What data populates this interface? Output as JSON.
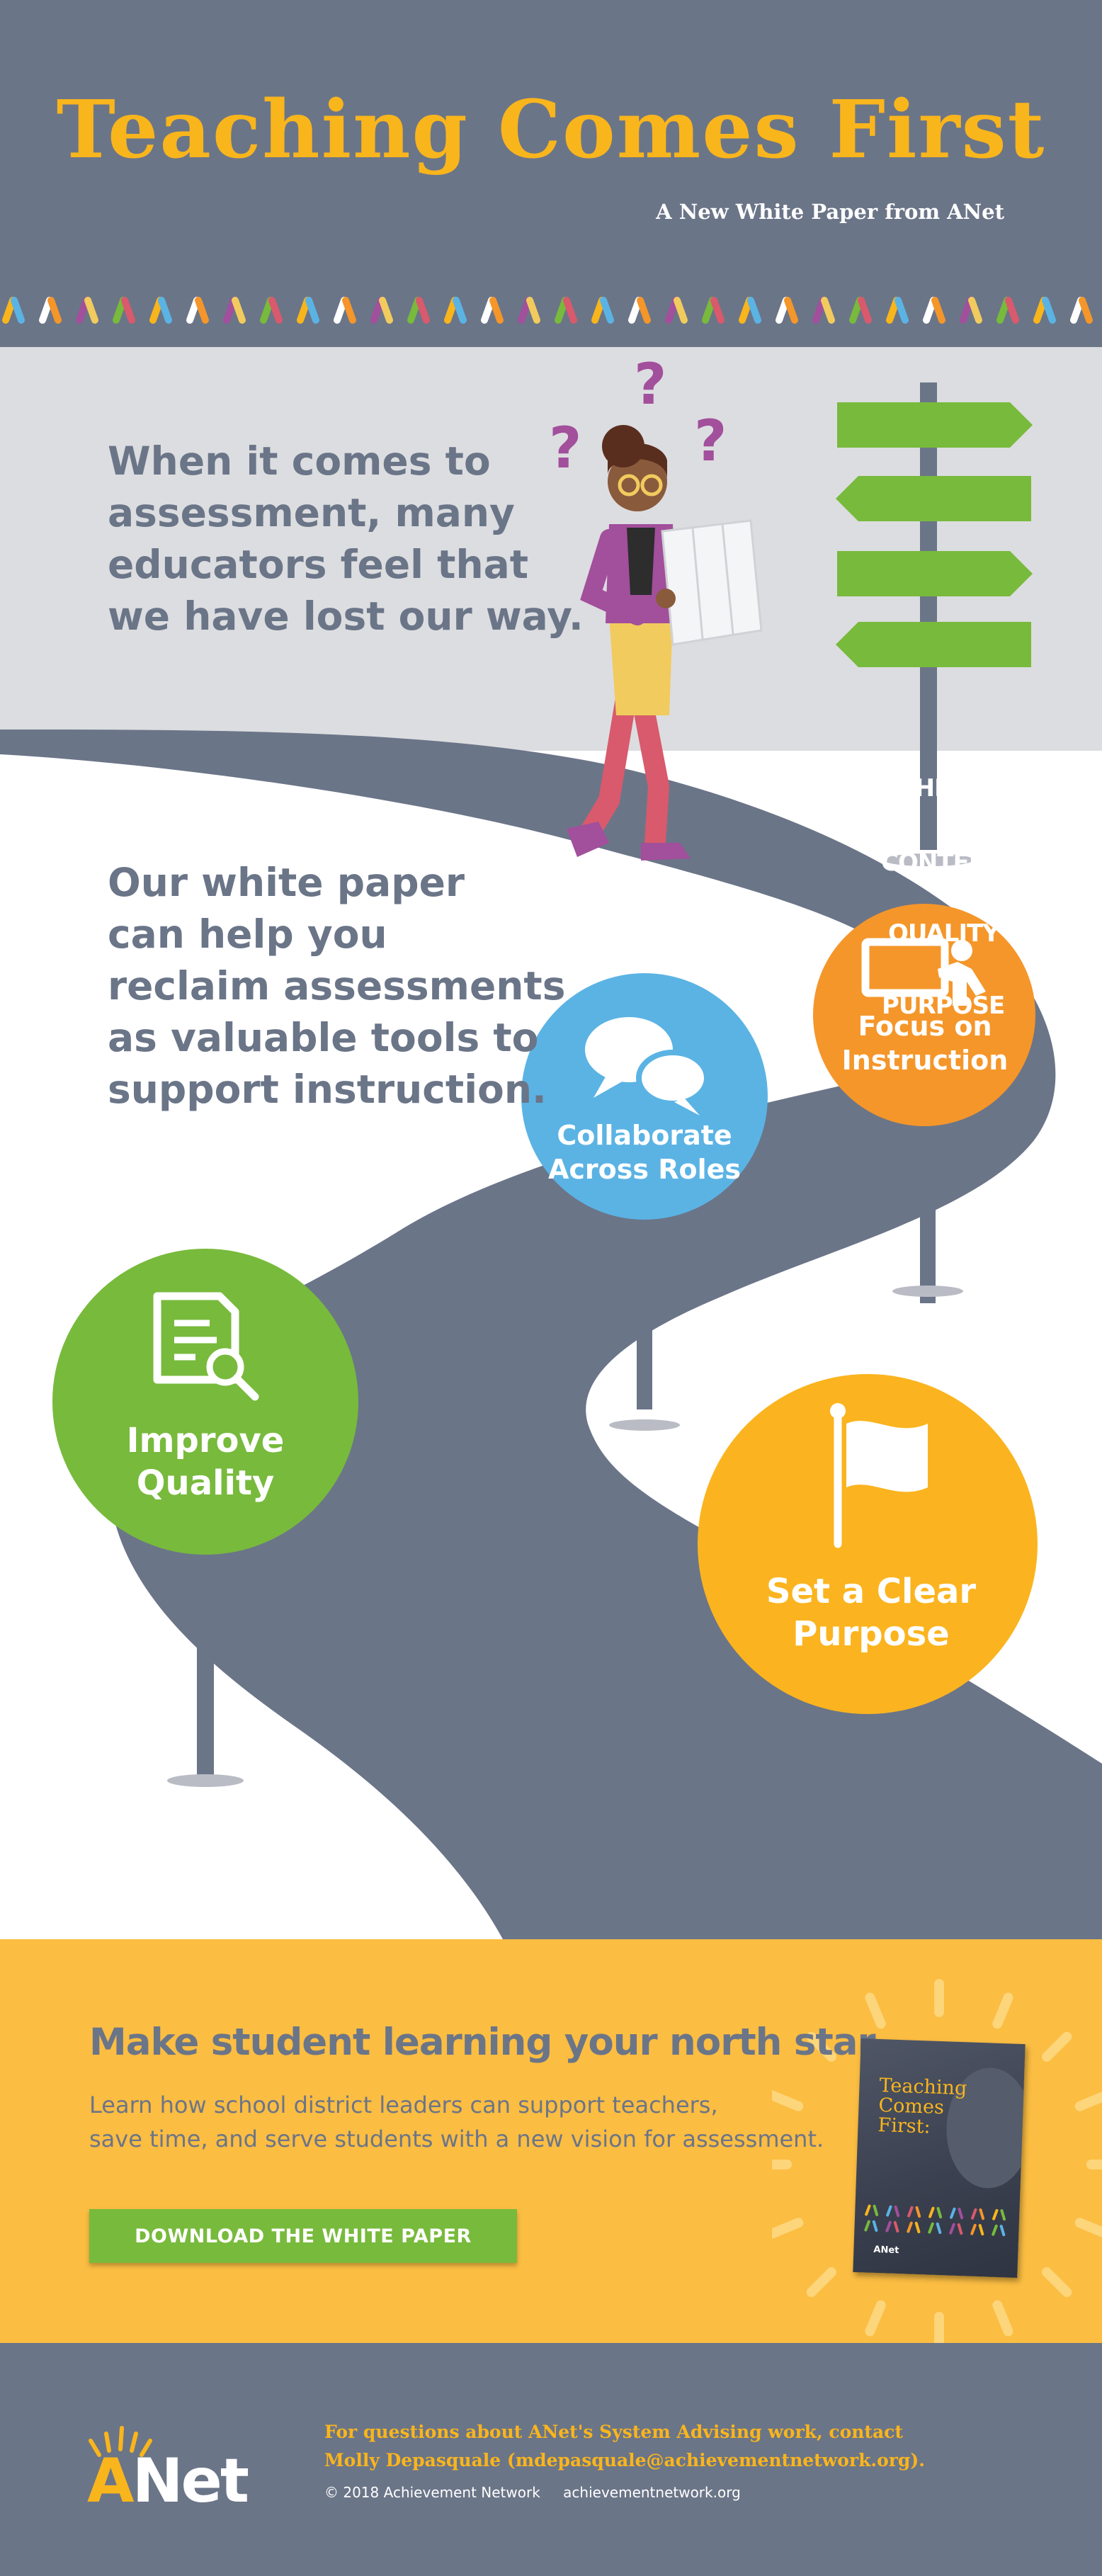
{
  "header": {
    "title": "Teaching Comes First",
    "subtitle": "A New White Paper from ANet"
  },
  "intro": {
    "lost_way_lines": [
      "When it comes to",
      "assessment, many",
      "educators feel that",
      "we have lost our way."
    ],
    "white_paper_lines": [
      "Our white paper",
      "can help you",
      "reclaim assessments",
      "as valuable tools to",
      "support instruction."
    ]
  },
  "signpost": {
    "labels": [
      "TEACHING TIME",
      "CONTENT",
      "QUALITY",
      "PURPOSE"
    ],
    "sign_color": "#78ba3c"
  },
  "signs": {
    "focus_instruction": {
      "lines": [
        "Focus on",
        "Instruction"
      ],
      "color": "#f5962a",
      "icon": "teacher-board-icon"
    },
    "collaborate_roles": {
      "lines": [
        "Collaborate",
        "Across Roles"
      ],
      "color": "#5bb3e4",
      "icon": "speech-bubbles-icon"
    },
    "improve_quality": {
      "lines": [
        "Improve",
        "Quality"
      ],
      "color": "#78ba3c",
      "icon": "document-search-icon"
    },
    "clear_purpose": {
      "lines": [
        "Set a Clear",
        "Purpose"
      ],
      "color": "#fbb41f",
      "icon": "flag-icon"
    }
  },
  "cta": {
    "heading": "Make student learning your north star.",
    "body_lines": [
      "Learn how school district leaders can support teachers,",
      "save time, and serve students with a new vision for assessment."
    ],
    "button_label": "DOWNLOAD THE WHITE PAPER",
    "book": {
      "title_lines": [
        "Teaching",
        "Comes",
        "First:"
      ],
      "brand": "ANet"
    }
  },
  "footer": {
    "logo_lead": "A",
    "logo_rest": "Net",
    "contact_lines": [
      "For questions about ANet's System Advising work, contact",
      "Molly Depasquale (mdepasquale@achievementnetwork.org)."
    ],
    "copyright": "© 2018 Achievement Network",
    "website": "achievementnetwork.org"
  },
  "colors": {
    "slate": "#6b7588",
    "gold": "#f9b51c",
    "cta_yellow": "#fbbd42",
    "road": "#6b7588",
    "light_gray": "#dcdde0"
  }
}
